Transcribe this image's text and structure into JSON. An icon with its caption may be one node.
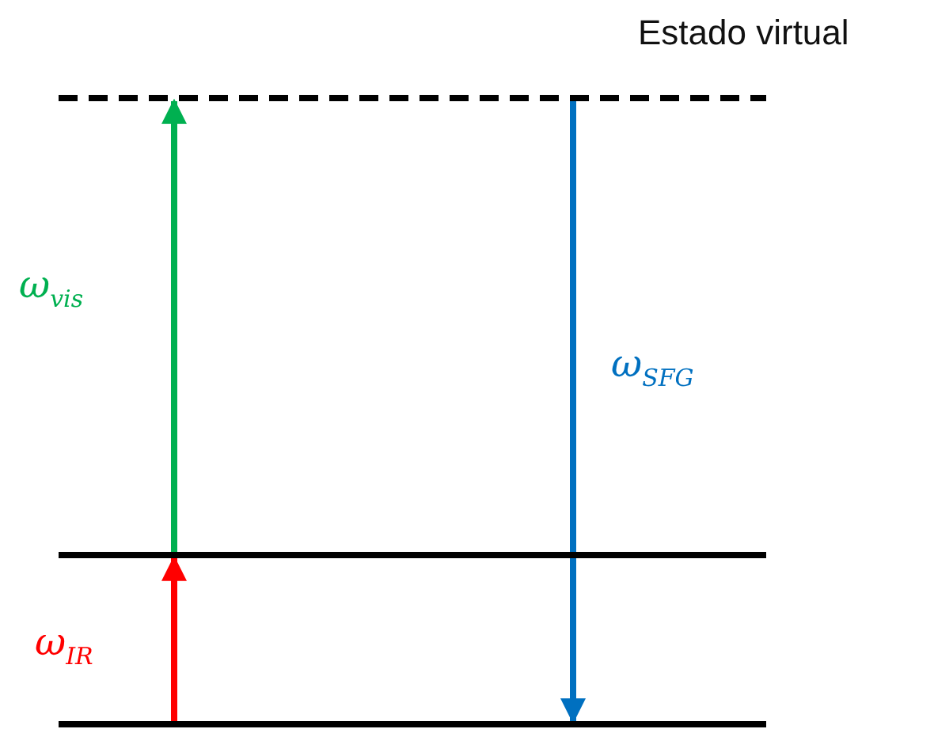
{
  "diagram": {
    "nodes": [
      {
        "text": [],
        "shape": "bar",
        "beside": [
          "Estado virtual"
        ]
      },
      {
        "text": [],
        "shape": "bar"
      },
      {
        "text": [],
        "shape": "bar"
      }
    ],
    "edges": [
      {
        "from": 2,
        "to": 1,
        "arrow": "to",
        "color": "#ff0000",
        "label": "ω$_{IR}$"
      },
      {
        "from": 1,
        "to": 0,
        "arrow": "to",
        "color": "#00b050",
        "label": "ω$_{vis}$"
      },
      {
        "from": 0,
        "to": 2,
        "arrow": "to",
        "color": "#0070c0",
        "label": "ω$_{SFG}$"
      }
    ]
  }
}
